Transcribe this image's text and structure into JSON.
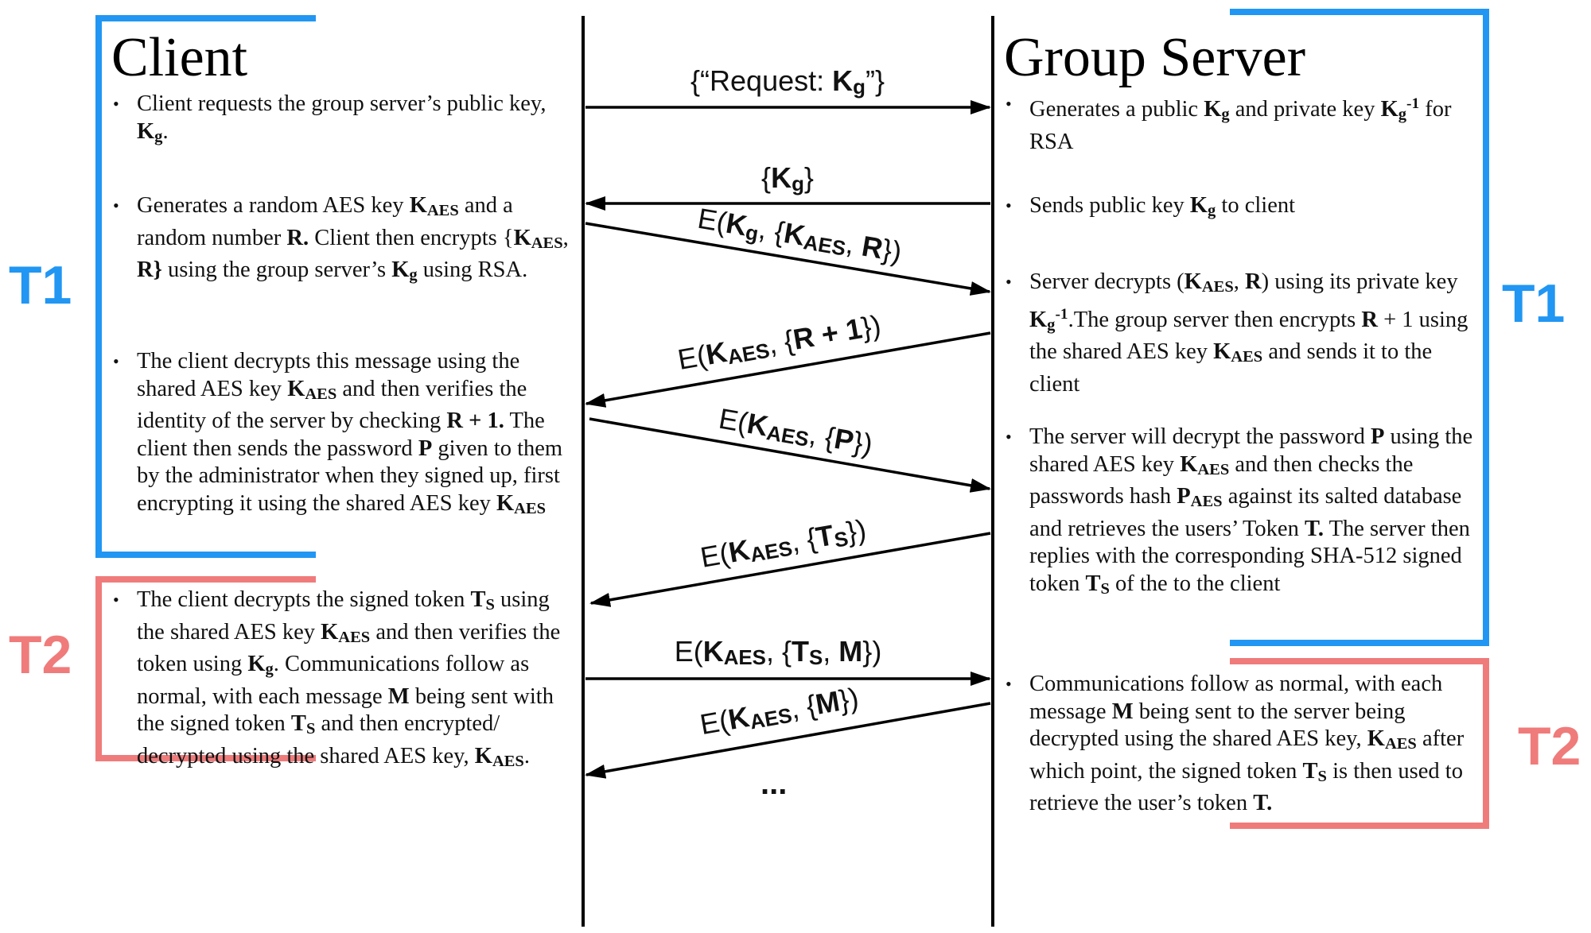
{
  "titles": {
    "client": "Client",
    "server": "Group Server"
  },
  "tags": {
    "t1": "T1",
    "t2": "T2"
  },
  "colors": {
    "t1": "#2196f3",
    "t2": "#f07b7b",
    "line": "#000000"
  },
  "client_steps": [
    [
      {
        "t": "Client requests the group server’s public key, "
      },
      {
        "b": "K",
        "sub": "g"
      },
      {
        "t": "."
      }
    ],
    [
      {
        "t": "Generates a random AES key "
      },
      {
        "b": "K",
        "sub": "AES"
      },
      {
        "t": " and a random number "
      },
      {
        "b": "R."
      },
      {
        "t": " Client then encrypts {"
      },
      {
        "b": "K",
        "sub": "AES"
      },
      {
        "t": ", "
      },
      {
        "b": "R}"
      },
      {
        "t": " using the group server’s "
      },
      {
        "b": "K",
        "sub": "g"
      },
      {
        "t": " using RSA."
      }
    ],
    [
      {
        "t": "The client decrypts this message using the shared AES key "
      },
      {
        "b": "K",
        "sub": "AES"
      },
      {
        "t": " and then verifies the identity of the server by checking "
      },
      {
        "b": "R + 1."
      },
      {
        "t": " The client then sends the password "
      },
      {
        "b": "P"
      },
      {
        "t": " given to them by the administrator when they signed up, first encrypting it using the shared AES key "
      },
      {
        "b": "K",
        "sub": "AES"
      }
    ],
    [
      {
        "t": "The client decrypts the signed token "
      },
      {
        "b": "T",
        "sub": "S"
      },
      {
        "t": " using the shared AES key "
      },
      {
        "b": "K",
        "sub": "AES"
      },
      {
        "t": " and then verifies the token using "
      },
      {
        "b": "K",
        "sub": "g"
      },
      {
        "t": ". Communications follow as normal, with each message "
      },
      {
        "b": "M"
      },
      {
        "t": " being sent with the signed token "
      },
      {
        "b": "T",
        "sub": "S"
      },
      {
        "t": " and then encrypted/ decrypted using the shared AES key, "
      },
      {
        "b": "K",
        "sub": "AES"
      },
      {
        "t": "."
      }
    ]
  ],
  "server_steps": [
    [
      {
        "t": "Generates a public "
      },
      {
        "b": "K",
        "sub": "g"
      },
      {
        "t": " and private key "
      },
      {
        "b": "K",
        "sub": "g",
        "sup": "-1"
      },
      {
        "t": " for RSA"
      }
    ],
    [
      {
        "t": "Sends public key "
      },
      {
        "b": "K",
        "sub": "g"
      },
      {
        "t": " to client"
      }
    ],
    [
      {
        "t": "Server decrypts ("
      },
      {
        "b": "K",
        "sub": "AES"
      },
      {
        "t": ", "
      },
      {
        "b": "R"
      },
      {
        "t": ") using its private key "
      },
      {
        "b": "K",
        "sub": "g",
        "sup": "-1"
      },
      {
        "t": ".The group server then encrypts "
      },
      {
        "b": "R"
      },
      {
        "t": " + 1 using the shared AES key "
      },
      {
        "b": "K",
        "sub": "AES"
      },
      {
        "t": " and sends it to the client"
      }
    ],
    [
      {
        "t": "The server will decrypt the password "
      },
      {
        "b": "P"
      },
      {
        "t": " using the shared AES key "
      },
      {
        "b": "K",
        "sub": "AES"
      },
      {
        "t": " and then checks the passwords hash "
      },
      {
        "b": "P",
        "sub": "AES"
      },
      {
        "t": " against its salted database and retrieves the users’ Token "
      },
      {
        "b": "T."
      },
      {
        "t": " The server then replies with the corresponding SHA-512 signed token "
      },
      {
        "b": "T",
        "sub": "S"
      },
      {
        "t": " of the to the client"
      }
    ],
    [
      {
        "t": "Communications follow as normal, with each message "
      },
      {
        "b": "M"
      },
      {
        "t": " being sent to the server being decrypted using the shared AES key, "
      },
      {
        "b": "K",
        "sub": "AES"
      },
      {
        "t": " after which point, the signed token "
      },
      {
        "b": "T",
        "sub": "S"
      },
      {
        "t": " is then used to retrieve the user’s token "
      },
      {
        "b": "T."
      }
    ]
  ],
  "messages": [
    {
      "direction": "to-server",
      "label": [
        {
          "t": "{“Request: "
        },
        {
          "b": "K",
          "sub": "g"
        },
        {
          "t": "”}"
        }
      ]
    },
    {
      "direction": "to-client",
      "label": [
        {
          "t": "{"
        },
        {
          "b": "K",
          "sub": "g"
        },
        {
          "t": "}"
        }
      ]
    },
    {
      "direction": "to-server",
      "label": [
        {
          "t": "E("
        },
        {
          "b": "K",
          "sub": "g"
        },
        {
          "t": ", {"
        },
        {
          "b": "K",
          "sub": "AES"
        },
        {
          "t": ", "
        },
        {
          "b": "R"
        },
        {
          "t": "})"
        }
      ]
    },
    {
      "direction": "to-client",
      "label": [
        {
          "t": "E("
        },
        {
          "b": "K",
          "sub": "AES"
        },
        {
          "t": ", {"
        },
        {
          "b": "R + 1"
        },
        {
          "t": "})"
        }
      ]
    },
    {
      "direction": "to-server",
      "label": [
        {
          "t": "E("
        },
        {
          "b": "K",
          "sub": "AES"
        },
        {
          "t": ", {"
        },
        {
          "b": "P"
        },
        {
          "t": "})"
        }
      ]
    },
    {
      "direction": "to-client",
      "label": [
        {
          "t": "E("
        },
        {
          "b": "K",
          "sub": "AES"
        },
        {
          "t": ", {"
        },
        {
          "b": "T",
          "sub": "S"
        },
        {
          "t": "})"
        }
      ]
    },
    {
      "direction": "to-server",
      "label": [
        {
          "t": "E("
        },
        {
          "b": "K",
          "sub": "AES"
        },
        {
          "t": ", {"
        },
        {
          "b": "T",
          "sub": "S"
        },
        {
          "t": ", "
        },
        {
          "b": "M"
        },
        {
          "t": "})"
        }
      ]
    },
    {
      "direction": "to-client",
      "label": [
        {
          "t": "E("
        },
        {
          "b": "K",
          "sub": "AES"
        },
        {
          "t": ", {"
        },
        {
          "b": "M"
        },
        {
          "t": "})"
        }
      ]
    }
  ],
  "continuation": "..."
}
